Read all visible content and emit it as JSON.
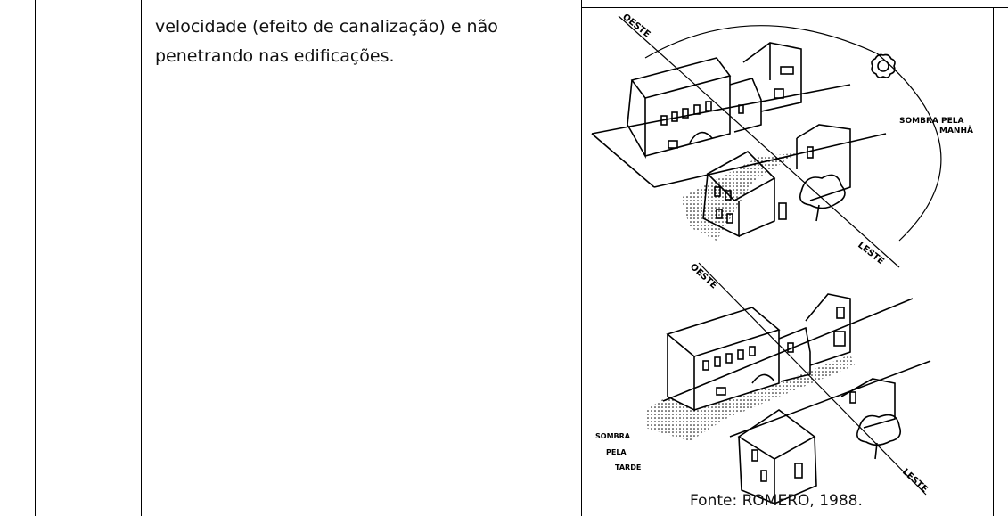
{
  "document": {
    "paragraph_lines": [
      "velocidade (efeito de canalização) e não",
      "penetrando nas edificações."
    ]
  },
  "figure": {
    "top": {
      "west_label": "OESTE",
      "east_label": "LESTE",
      "shadow_label_line1": "SOMBRA PELA",
      "shadow_label_line2": "MANHÃ"
    },
    "bottom": {
      "west_label": "OESTE",
      "east_label": "LESTE",
      "shadow_label_line1": "SOMBRA",
      "shadow_label_line2": "PELA",
      "shadow_label_line3": "TARDE"
    },
    "caption": "Fonte: ROMERO, 1988."
  }
}
